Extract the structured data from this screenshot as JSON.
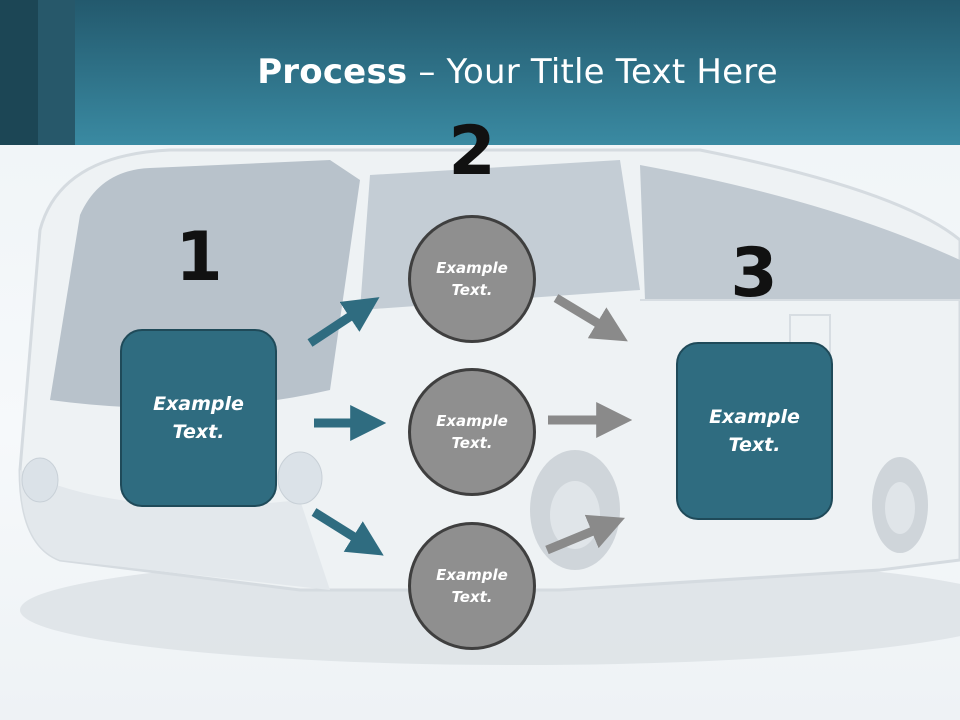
{
  "title": {
    "bold": "Process",
    "rest": " – Your Title Text Here"
  },
  "steps": {
    "step1": {
      "number": "1",
      "line1": "Example",
      "line2": "Text."
    },
    "step2": {
      "number": "2",
      "items": [
        {
          "line1": "Example",
          "line2": "Text."
        },
        {
          "line1": "Example",
          "line2": "Text."
        },
        {
          "line1": "Example",
          "line2": "Text."
        }
      ]
    },
    "step3": {
      "number": "3",
      "line1": "Example",
      "line2": "Text."
    }
  },
  "colors": {
    "header": "#3a8aa2",
    "box": "#2f6c80",
    "circle": "#8f8f8f",
    "arrow_teal": "#2f6c80",
    "arrow_gray": "#8a8a8a"
  }
}
